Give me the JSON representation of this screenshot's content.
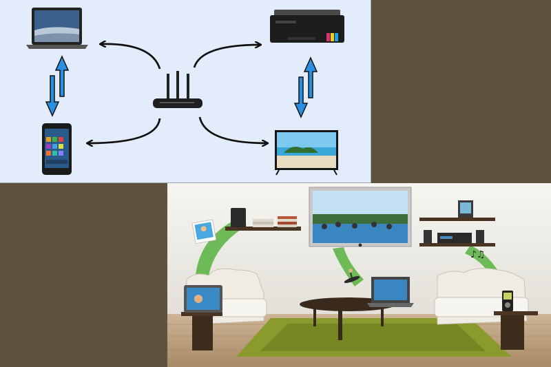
{
  "top_diagram": {
    "center_device": "router-icon",
    "devices": [
      {
        "id": "laptop",
        "icon": "laptop-icon"
      },
      {
        "id": "printer",
        "icon": "printer-icon"
      },
      {
        "id": "phone",
        "icon": "smartphone-icon"
      },
      {
        "id": "tv",
        "icon": "television-icon"
      }
    ],
    "colors": {
      "background": "#e3ecfa",
      "arrow": "#111111",
      "data_arrow": "#2a8fe0"
    }
  },
  "bottom_scene": {
    "colors": {
      "wall": "#f2f1ec",
      "floor": "#b89a78",
      "stream": "#5fb548",
      "rug": "#8a9a2c"
    }
  }
}
